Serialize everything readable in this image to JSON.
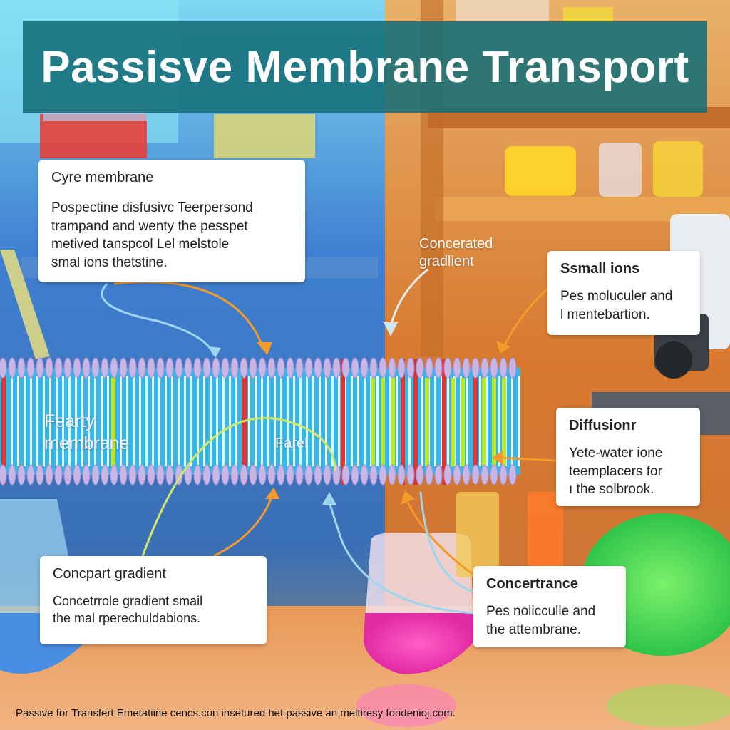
{
  "title": "Passisve Membrane Transport",
  "cards": {
    "cyre": {
      "title": "Cyre membrane",
      "lines": [
        "Pospectine disfusivc Teerpersond",
        "trampand and wenty the pesspet",
        "metived tanspcol Lel melstole",
        "smal ions thetstine."
      ]
    },
    "small_ions": {
      "title": "Ssmall ions",
      "lines": [
        "Pes moluculer and",
        "l mentebartion."
      ]
    },
    "diffusion": {
      "title": "Diffusionr",
      "lines": [
        "Yete-water ione",
        "teemplacers for",
        "ı the solbrook."
      ]
    },
    "concpart": {
      "title": "Concpart gradient",
      "lines": [
        "Concetrrole gradient smail",
        "the mal rperechuldabions."
      ]
    },
    "concertrance": {
      "title": "Concertrance",
      "lines": [
        "Pes nolicculle and",
        "the attembrane."
      ]
    }
  },
  "labels": {
    "concerated": [
      "Concerated",
      "gradlient"
    ],
    "fearty": [
      "Fearty",
      "membrane"
    ],
    "farel": "Farel"
  },
  "footer": "Passive for Transfert Emetatiine cencs.con insetured het passive an meltiresy fondenioj.com.",
  "colors": {
    "banner": "#146e78",
    "membrane_blue": "#35b6e8",
    "head_lavender": "#c9b6e6",
    "channel_red": "#e53030",
    "channel_green": "#b9ea2a",
    "arrow_orange": "#f39a2b",
    "arrow_blue": "#9fd6ef",
    "arrow_green": "#cfe86a"
  },
  "icons": [
    "microscope-icon",
    "flask-icon",
    "beaker-icon"
  ]
}
